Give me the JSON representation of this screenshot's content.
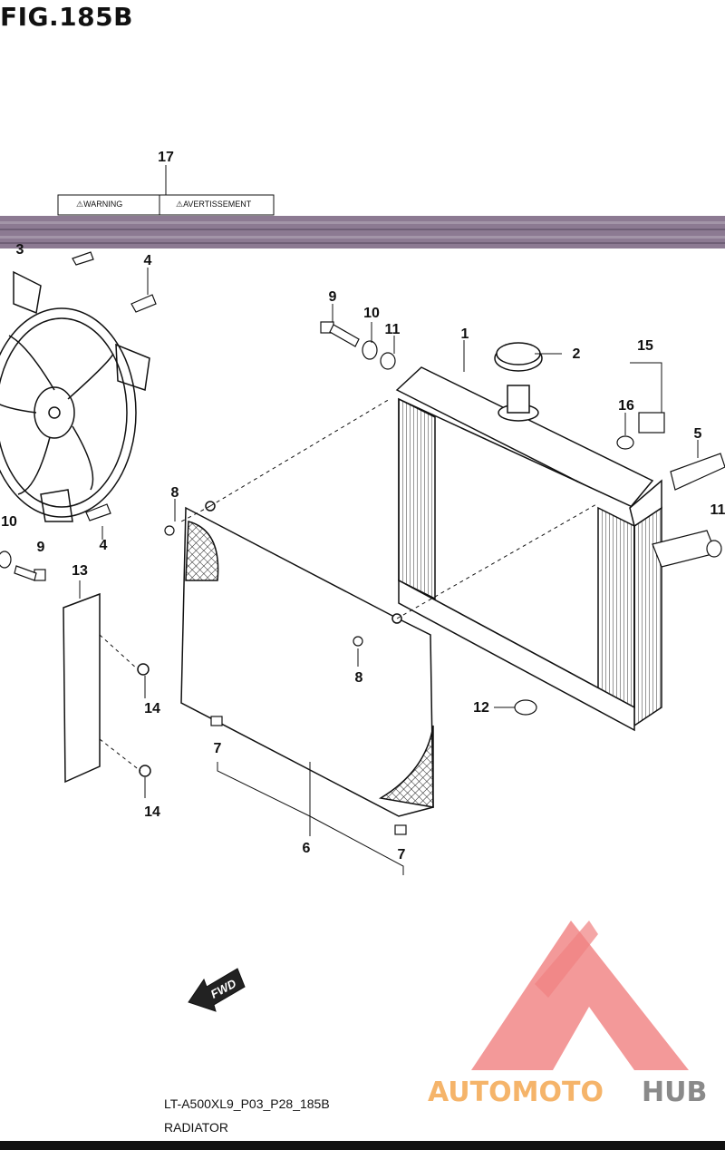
{
  "figure": {
    "title": "FIG.185B",
    "code": "LT-A500XL9_P03_P28_185B",
    "name": "RADIATOR"
  },
  "warning_label": {
    "left": "⚠WARNING",
    "right": "⚠AVERTISSEMENT"
  },
  "direction_label": "FWD",
  "watermark": {
    "part1": "AUTOMOTO",
    "part2": "HUB",
    "color_part1": "#f5b46a",
    "color_part2": "#8a8a8a",
    "logo_color": "#f08080"
  },
  "colors": {
    "line": "#111111",
    "scan_band": "#8c7a92"
  },
  "callouts": {
    "c1": "1",
    "c2": "2",
    "c3": "3",
    "c4a": "4",
    "c4b": "4",
    "c5": "5",
    "c6": "6",
    "c7a": "7",
    "c7b": "7",
    "c8a": "8",
    "c8b": "8",
    "c9a": "9",
    "c9b": "9",
    "c10a": "10",
    "c10b": "10",
    "c11a": "11",
    "c11b": "11",
    "c12": "12",
    "c13": "13",
    "c14a": "14",
    "c14b": "14",
    "c15": "15",
    "c16": "16",
    "c17": "17"
  }
}
